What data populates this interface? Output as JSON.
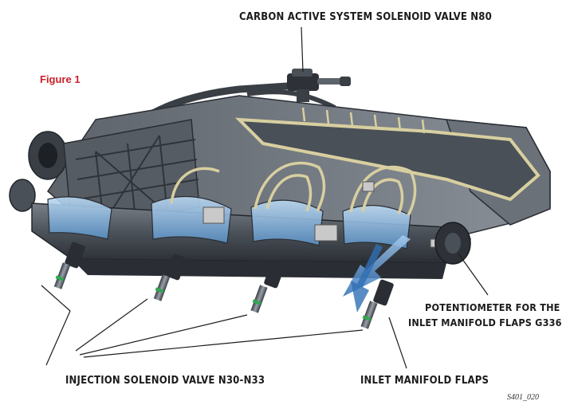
{
  "figure": "Figure 1",
  "code": "S401_020",
  "labels": {
    "solenoid_n80": "CARBON ACTIVE SYSTEM SOLENOID VALVE N80",
    "potentiometer_line1": "POTENTIOMETER FOR THE",
    "potentiometer_line2": "INLET MANIFOLD FLAPS G336",
    "injection": "INJECTION SOLENOID VALVE N30-N33",
    "flaps": "INLET MANIFOLD FLAPS"
  },
  "colors": {
    "label_text": "#1c1c1c",
    "figure_red": "#c8202a",
    "manifold_body": "#4a5058",
    "cut_section": "#d8cfa0",
    "air_flow": "#4f8fd0"
  }
}
